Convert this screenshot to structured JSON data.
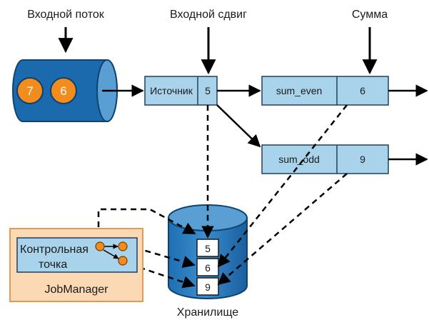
{
  "labels": {
    "input_stream": "Входной поток",
    "input_offset": "Входной сдвиг",
    "sum": "Сумма",
    "storage": "Хранилище",
    "jobmanager": "JobManager",
    "checkpoint_line1": "Контрольная",
    "checkpoint_line2": "точка"
  },
  "stream_records": [
    "7",
    "6"
  ],
  "source": {
    "name": "Источник",
    "offset": "5"
  },
  "sum_even": {
    "name": "sum_even",
    "value": "6"
  },
  "sum_odd": {
    "name": "sum_odd",
    "value": "9"
  },
  "storage_values": [
    "5",
    "6",
    "9"
  ],
  "colors": {
    "box_fill": "#a9d3ea",
    "box_stroke": "#1f3f5f",
    "stream_dark": "#1a6aad",
    "stream_light": "#5a9fd3",
    "record_orange": "#f28c1c",
    "jobmanager_bg": "#fbd9b5",
    "jobmanager_border": "#e39a55",
    "storage_blue": "#1a6aad"
  }
}
